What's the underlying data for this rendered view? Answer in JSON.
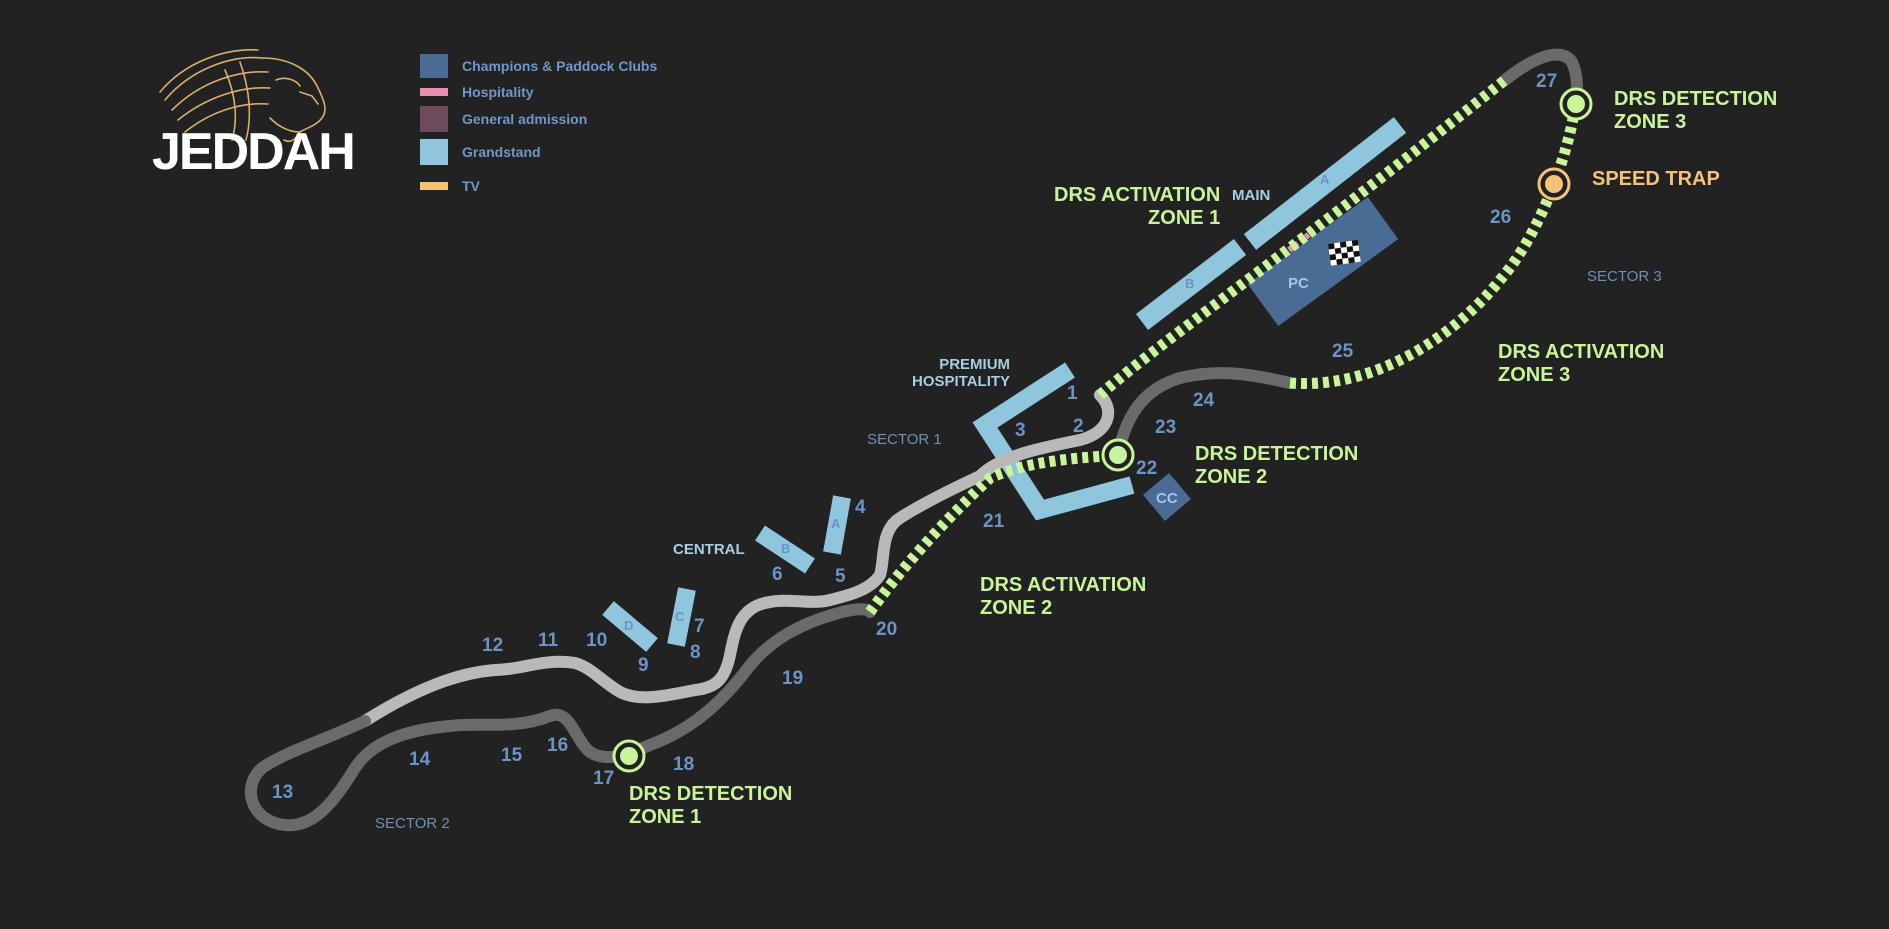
{
  "logo": {
    "text": "JEDDAH"
  },
  "legend": [
    {
      "label": "Champions & Paddock Clubs",
      "color": "#4a6b93"
    },
    {
      "label": "Hospitality",
      "color": "#e98fb0"
    },
    {
      "label": "General admission",
      "color": "#6d4a5c"
    },
    {
      "label": "Grandstand",
      "color": "#8fc6de"
    },
    {
      "label": "TV",
      "color": "#f5c27a"
    }
  ],
  "colors": {
    "background": "#222222",
    "track_sector_light": "#b9b9b9",
    "track_sector_dark": "#6a6a6a",
    "drs": "#c8f59a",
    "speed_trap": "#f5c27a",
    "turn_numbers": "#6b93c4"
  },
  "icons": {
    "logo": "lion-head-icon",
    "finish": "checkered-flag-icon"
  },
  "turns": [
    "1",
    "2",
    "3",
    "4",
    "5",
    "6",
    "7",
    "8",
    "9",
    "10",
    "11",
    "12",
    "13",
    "14",
    "15",
    "16",
    "17",
    "18",
    "19",
    "20",
    "21",
    "22",
    "23",
    "24",
    "25",
    "26",
    "27"
  ],
  "drs_detection": [
    {
      "line1": "DRS DETECTION",
      "line2": "ZONE 1"
    },
    {
      "line1": "DRS DETECTION",
      "line2": "ZONE 2"
    },
    {
      "line1": "DRS DETECTION",
      "line2": "ZONE 3"
    }
  ],
  "drs_activation": [
    {
      "line1": "DRS ACTIVATION",
      "line2": "ZONE 1"
    },
    {
      "line1": "DRS ACTIVATION",
      "line2": "ZONE 2"
    },
    {
      "line1": "DRS ACTIVATION",
      "line2": "ZONE 3"
    }
  ],
  "speed_trap": "SPEED TRAP",
  "sectors": [
    "SECTOR 1",
    "SECTOR 2",
    "SECTOR 3"
  ],
  "grandstands": {
    "main": {
      "name": "MAIN",
      "a": "A",
      "b": "B"
    },
    "premium": {
      "line1": "PREMIUM",
      "line2": "HOSPITALITY"
    },
    "central": {
      "name": "CENTRAL",
      "a": "A",
      "b": "B",
      "c": "C",
      "d": "D"
    }
  },
  "boxes": {
    "pc": "PC",
    "cc": "CC"
  }
}
